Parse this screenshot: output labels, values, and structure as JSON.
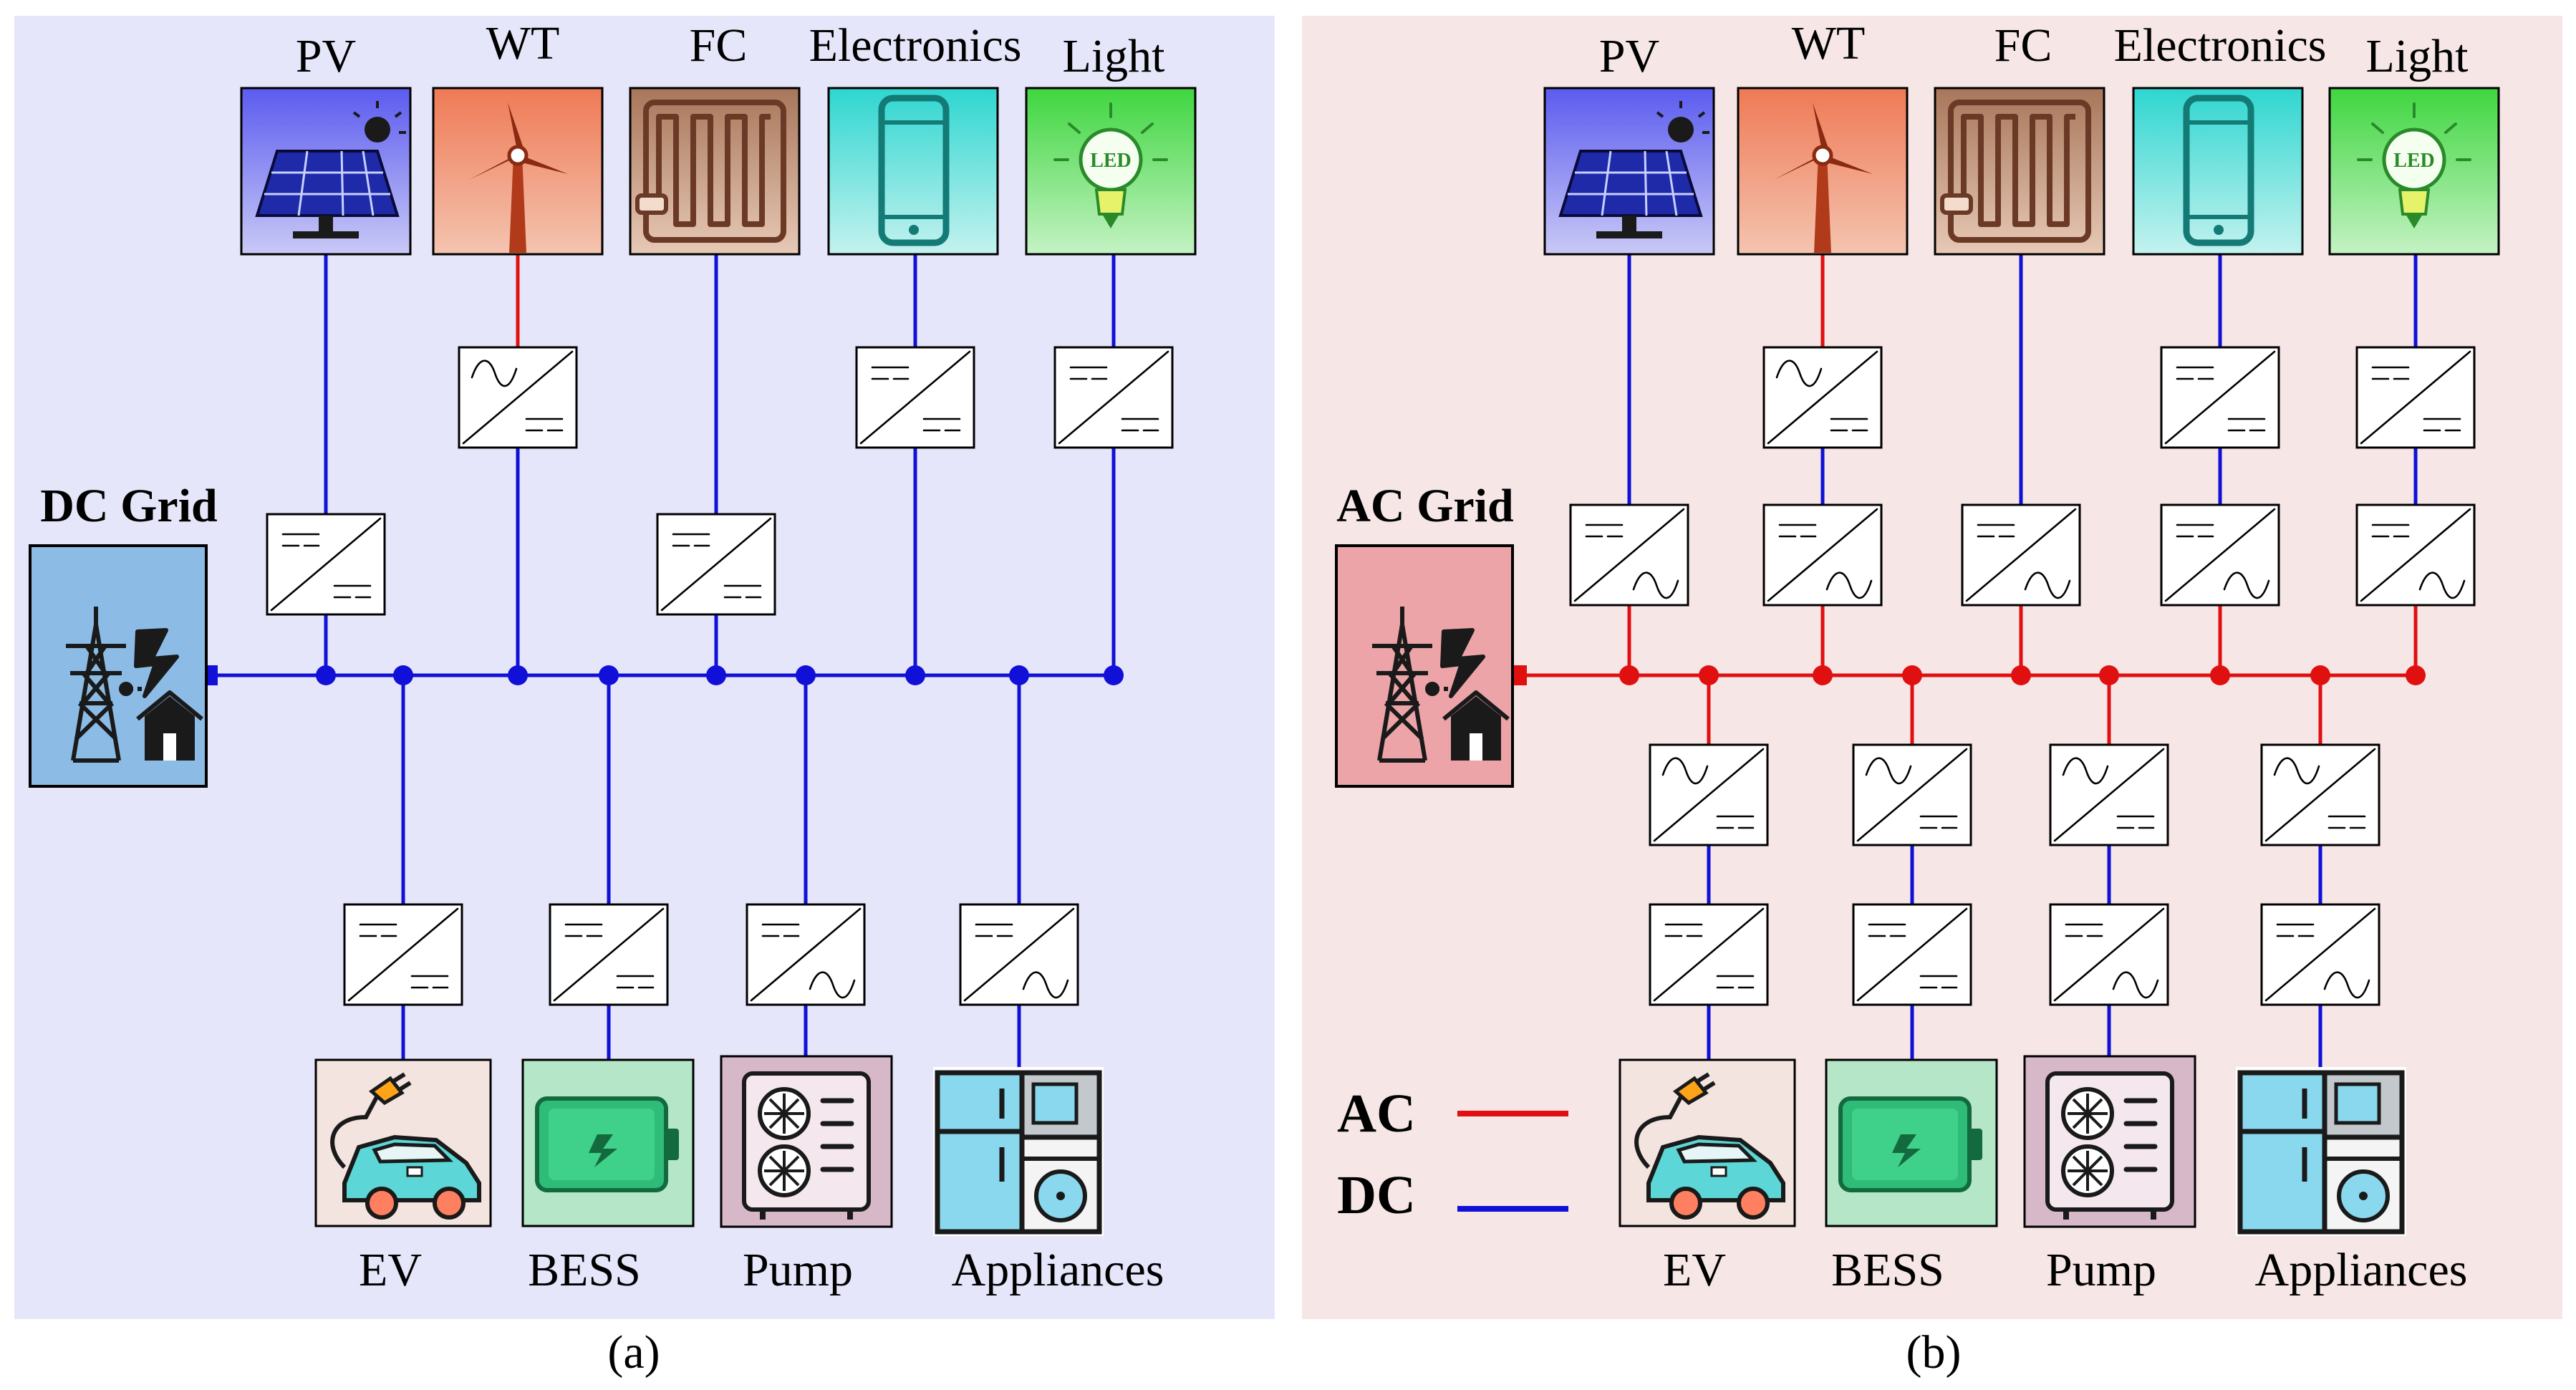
{
  "colors": {
    "ac": "#e01010",
    "dc": "#1010d8",
    "panel_a_bg": "#e6e6fa",
    "panel_b_bg": "#f6e6e6",
    "dc_grid_fill": "#8cbce6",
    "ac_grid_fill": "#eca4a8"
  },
  "panel_a": {
    "caption": "(a)",
    "grid_label": "DC Grid",
    "grid_icon": "grid-tower-house-icon",
    "top_sources": [
      {
        "label": "PV",
        "icon": "solar-panel-icon"
      },
      {
        "label": "WT",
        "icon": "wind-turbine-icon"
      },
      {
        "label": "FC",
        "icon": "fuel-cell-icon"
      },
      {
        "label": "Electronics",
        "icon": "smartphone-icon"
      },
      {
        "label": "Light",
        "icon": "led-bulb-icon"
      }
    ],
    "bottom_loads": [
      {
        "label": "EV",
        "icon": "electric-car-icon"
      },
      {
        "label": "BESS",
        "icon": "battery-icon"
      },
      {
        "label": "Pump",
        "icon": "heat-pump-icon"
      },
      {
        "label": "Appliances",
        "icon": "appliances-icon"
      }
    ]
  },
  "panel_b": {
    "caption": "(b)",
    "grid_label": "AC Grid",
    "grid_icon": "grid-tower-house-icon",
    "top_sources": [
      {
        "label": "PV",
        "icon": "solar-panel-icon"
      },
      {
        "label": "WT",
        "icon": "wind-turbine-icon"
      },
      {
        "label": "FC",
        "icon": "fuel-cell-icon"
      },
      {
        "label": "Electronics",
        "icon": "smartphone-icon"
      },
      {
        "label": "Light",
        "icon": "led-bulb-icon"
      }
    ],
    "bottom_loads": [
      {
        "label": "EV",
        "icon": "electric-car-icon"
      },
      {
        "label": "BESS",
        "icon": "battery-icon"
      },
      {
        "label": "Pump",
        "icon": "heat-pump-icon"
      },
      {
        "label": "Appliances",
        "icon": "appliances-icon"
      }
    ],
    "legend": [
      {
        "label": "AC",
        "color": "#e01010"
      },
      {
        "label": "DC",
        "color": "#1010d8"
      }
    ]
  }
}
